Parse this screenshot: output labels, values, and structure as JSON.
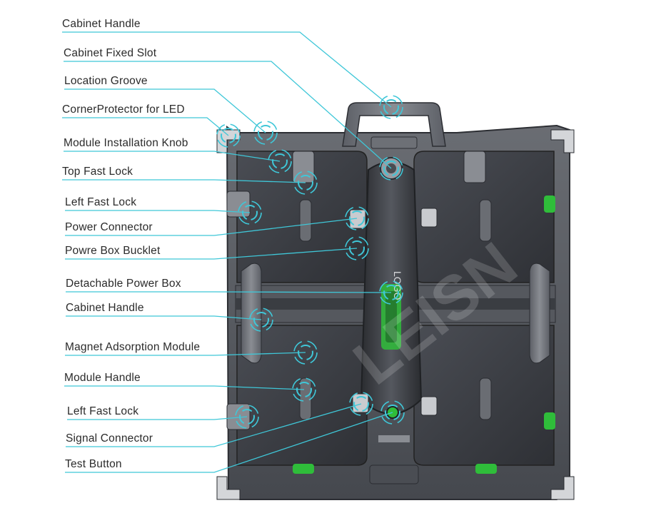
{
  "diagram": {
    "labels": [
      {
        "id": "cabinet-handle-top",
        "text": "Cabinet Handle"
      },
      {
        "id": "cabinet-fixed-slot",
        "text": "Cabinet Fixed Slot"
      },
      {
        "id": "location-groove",
        "text": "Location Groove"
      },
      {
        "id": "corner-protector",
        "text": "CornerProtector for LED"
      },
      {
        "id": "module-installation-knob",
        "text": "Module Installation Knob"
      },
      {
        "id": "top-fast-lock",
        "text": "Top Fast Lock"
      },
      {
        "id": "left-fast-lock-upper",
        "text": "Left Fast Lock"
      },
      {
        "id": "power-connector",
        "text": "Power Connector"
      },
      {
        "id": "power-box-bucklet",
        "text": "Powre Box Bucklet"
      },
      {
        "id": "detachable-power-box",
        "text": "Detachable Power Box"
      },
      {
        "id": "cabinet-handle-middle",
        "text": "Cabinet Handle"
      },
      {
        "id": "magnet-adsorption-module",
        "text": "Magnet Adsorption Module"
      },
      {
        "id": "module-handle",
        "text": "Module Handle"
      },
      {
        "id": "left-fast-lock-lower",
        "text": "Left Fast Lock"
      },
      {
        "id": "signal-connector",
        "text": "Signal Connector"
      },
      {
        "id": "test-button",
        "text": "Test Button"
      }
    ],
    "watermark": "LEISN",
    "power_box_mark": "LOGO",
    "colors": {
      "leader_line": "#3fc7d8",
      "callout_ring": "#3fc7d8",
      "indicator_green": "#2fbd3a",
      "cabinet_dark": "#3c3f45",
      "label_text": "#2b2b2b"
    }
  }
}
